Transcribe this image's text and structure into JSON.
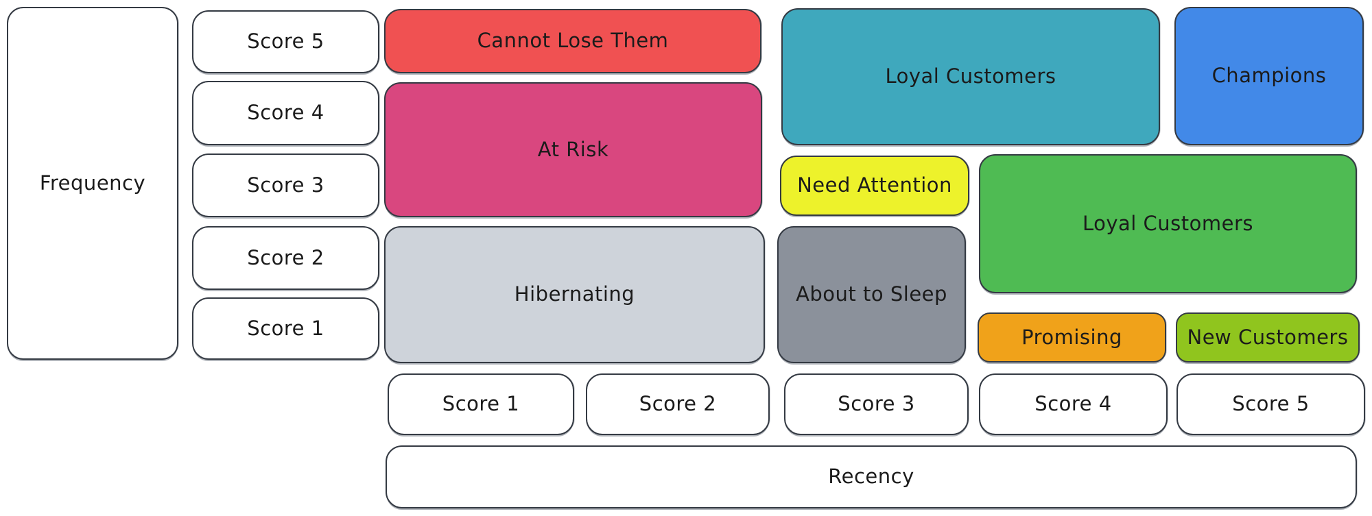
{
  "diagram": {
    "type": "rfm-segmentation-matrix",
    "background": "#ffffff"
  },
  "frequency_axis": {
    "label": "Frequency",
    "scores": [
      "Score 5",
      "Score 4",
      "Score 3",
      "Score 2",
      "Score 1"
    ]
  },
  "recency_axis": {
    "label": "Recency",
    "scores": [
      "Score 1",
      "Score 2",
      "Score 3",
      "Score 4",
      "Score 5"
    ]
  },
  "segments": [
    {
      "id": "cannot-lose-them",
      "label": "Cannot Lose Them",
      "color": "#f05152",
      "frequency_span": "Score 5",
      "recency_span": "Score 1-2"
    },
    {
      "id": "at-risk",
      "label": "At Risk",
      "color": "#d9477f",
      "frequency_span": "Score 3-4",
      "recency_span": "Score 1-2"
    },
    {
      "id": "hibernating",
      "label": "Hibernating",
      "color": "#ced3da",
      "frequency_span": "Score 1-2",
      "recency_span": "Score 1-2"
    },
    {
      "id": "loyal-customers-upper",
      "label": "Loyal Customers",
      "color": "#3fa8bd",
      "frequency_span": "Score 4-5",
      "recency_span": "Score 3-4"
    },
    {
      "id": "champions",
      "label": "Champions",
      "color": "#4289e8",
      "frequency_span": "Score 4-5",
      "recency_span": "Score 5"
    },
    {
      "id": "need-attention",
      "label": "Need Attention",
      "color": "#edf22b",
      "frequency_span": "Score 3",
      "recency_span": "Score 3"
    },
    {
      "id": "loyal-customers-lower",
      "label": "Loyal Customers",
      "color": "#4fbb53",
      "frequency_span": "Score 2-3",
      "recency_span": "Score 4-5"
    },
    {
      "id": "about-to-sleep",
      "label": "About to Sleep",
      "color": "#8b919b",
      "frequency_span": "Score 1-2",
      "recency_span": "Score 3"
    },
    {
      "id": "promising",
      "label": "Promising",
      "color": "#f0a21a",
      "frequency_span": "Score 1",
      "recency_span": "Score 4"
    },
    {
      "id": "new-customers",
      "label": "New Customers",
      "color": "#90c51e",
      "frequency_span": "Score 1",
      "recency_span": "Score 5"
    }
  ]
}
